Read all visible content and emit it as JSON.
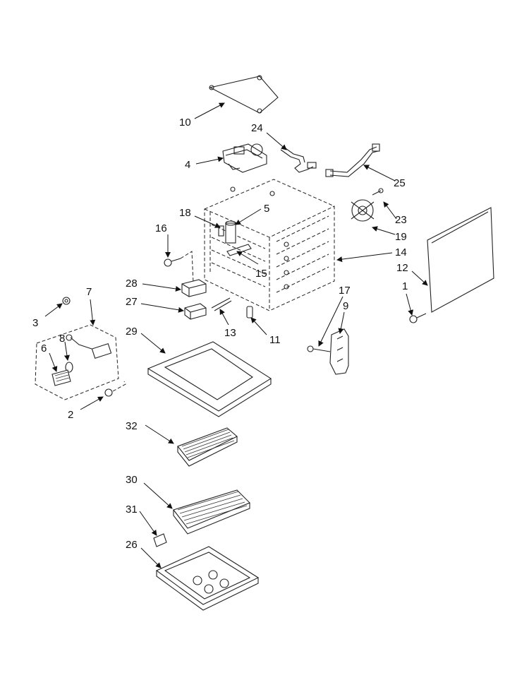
{
  "callouts": {
    "c1": "1",
    "c2": "2",
    "c3": "3",
    "c4": "4",
    "c5": "5",
    "c6": "6",
    "c7": "7",
    "c8": "8",
    "c9": "9",
    "c10": "10",
    "c11": "11",
    "c12": "12",
    "c13": "13",
    "c14": "14",
    "c15": "15",
    "c16": "16",
    "c17": "17",
    "c18": "18",
    "c19": "19",
    "c23": "23",
    "c24": "24",
    "c25": "25",
    "c26": "26",
    "c27": "27",
    "c28": "28",
    "c29": "29",
    "c30": "30",
    "c31": "31",
    "c32": "32"
  }
}
